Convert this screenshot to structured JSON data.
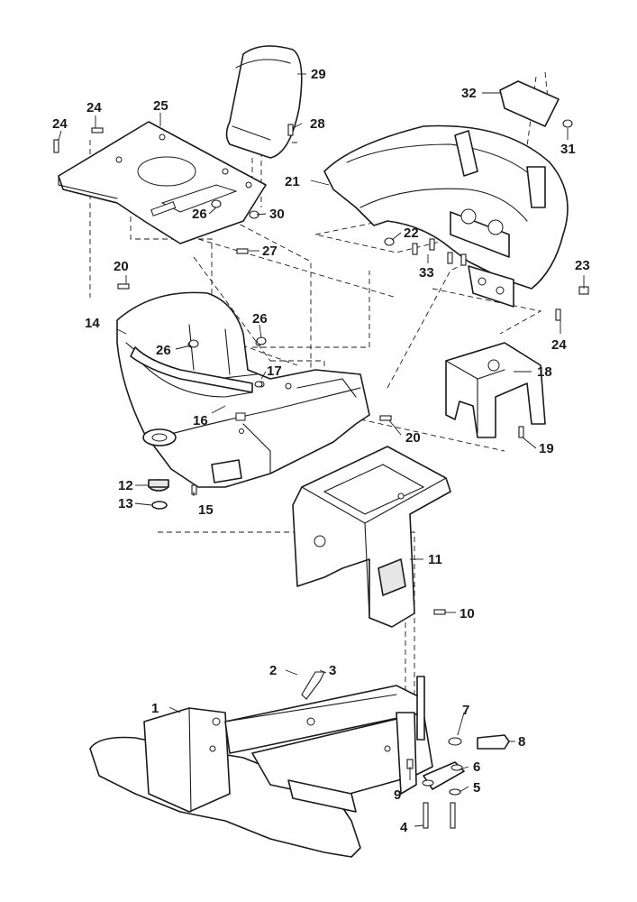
{
  "callouts": [
    "1",
    "2",
    "3",
    "4",
    "5",
    "6",
    "7",
    "8",
    "9",
    "10",
    "11",
    "12",
    "13",
    "14",
    "15",
    "16",
    "17",
    "18",
    "19",
    "20",
    "20",
    "21",
    "22",
    "23",
    "24",
    "24",
    "24",
    "25",
    "26",
    "26",
    "26",
    "27",
    "28",
    "29",
    "30",
    "31",
    "32",
    "33"
  ],
  "colors": {
    "line": "#1a1a1a",
    "fill": "#ffffff",
    "shade": "#e6e6e6"
  }
}
